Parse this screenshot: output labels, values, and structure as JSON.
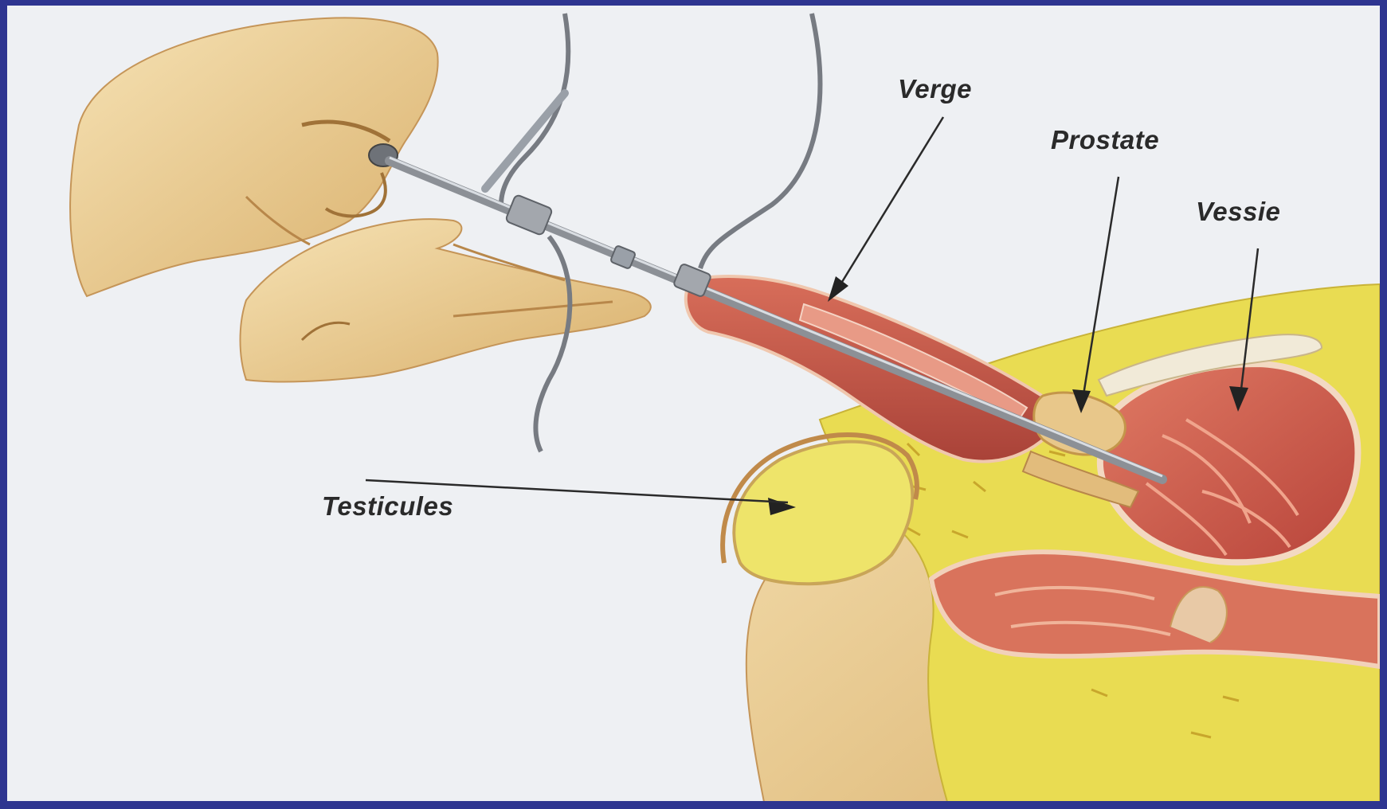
{
  "labels": {
    "verge": "Verge",
    "prostate": "Prostate",
    "vessie": "Vessie",
    "testicules": "Testicules"
  },
  "colors": {
    "border": "#2e3590",
    "background": "#eef0f3",
    "skin": "#efd49a",
    "skin_shadow": "#c99a5a",
    "fat": "#e8dc4a",
    "tissue": "#c9594a",
    "instrument": "#8c9096"
  }
}
